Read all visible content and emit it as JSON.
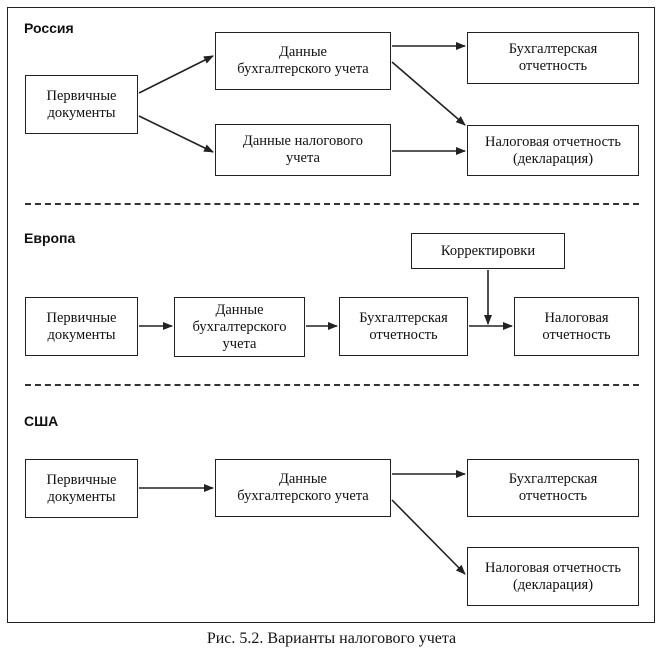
{
  "sections": {
    "russia": {
      "heading": "Россия",
      "primary_docs": "Первичные\nдокументы",
      "accounting_data": "Данные\nбухгалтерского учета",
      "tax_data": "Данные налогового\nучета",
      "accounting_reporting": "Бухгалтерская\nотчетность",
      "tax_reporting": "Налоговая отчетность\n(декларация)"
    },
    "europe": {
      "heading": "Европа",
      "adjustments": "Корректировки",
      "primary_docs": "Первичные\nдокументы",
      "accounting_data": "Данные\nбухгалтерского\nучета",
      "accounting_reporting": "Бухгалтерская\nотчетность",
      "tax_reporting": "Налоговая\nотчетность"
    },
    "usa": {
      "heading": "США",
      "primary_docs": "Первичные\nдокументы",
      "accounting_data": "Данные\nбухгалтерского учета",
      "accounting_reporting": "Бухгалтерская\nотчетность",
      "tax_reporting": "Налоговая отчетность\n(декларация)"
    }
  },
  "caption": "Рис. 5.2. Варианты налогового учета"
}
